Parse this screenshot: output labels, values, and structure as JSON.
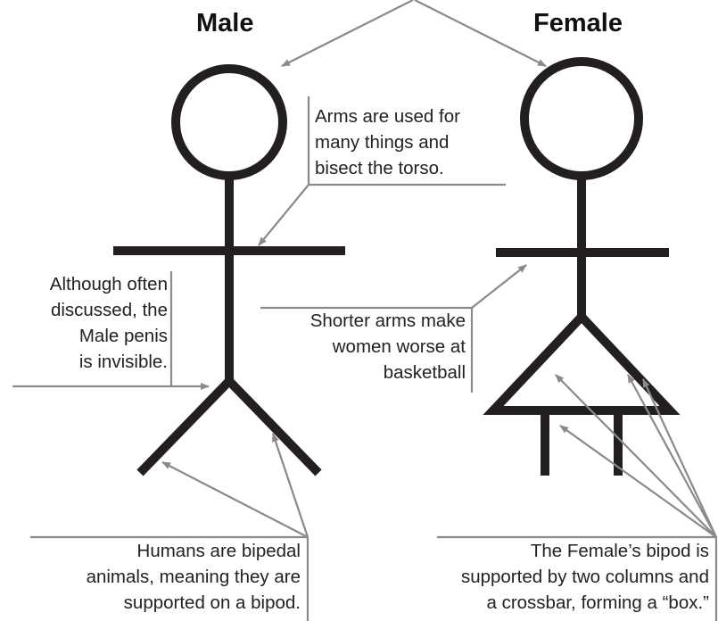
{
  "headings": {
    "male": "Male",
    "female": "Female"
  },
  "annotations": {
    "arms": [
      "Arms are used for",
      "many things and",
      "bisect the torso."
    ],
    "penis": [
      "Although often",
      "discussed, the",
      "Male penis",
      "is invisible."
    ],
    "shorter_arms": [
      "Shorter arms make",
      "women worse at",
      "basketball"
    ],
    "bipedal": [
      "Humans are bipedal",
      "animals, meaning they are",
      "supported on a bipod."
    ],
    "female_bipod": [
      "The Female’s bipod is",
      "supported by two columns and",
      "a crossbar, forming a “box.”"
    ]
  },
  "colors": {
    "figure": "#231f20",
    "callout": "#8a8a8a",
    "text": "#222222"
  }
}
